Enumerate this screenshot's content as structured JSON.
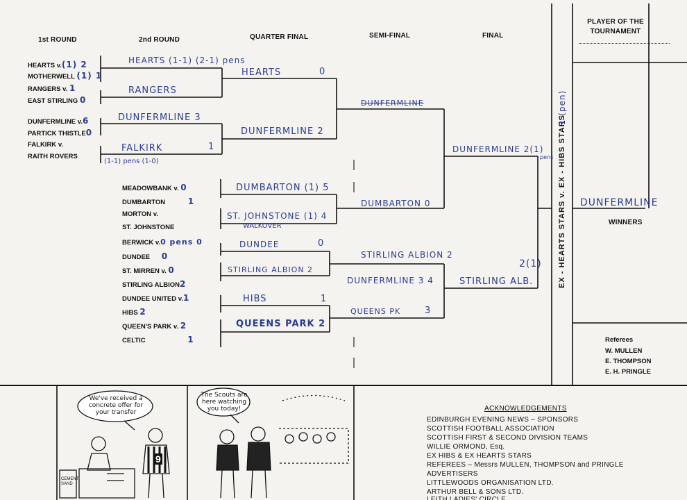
{
  "headers": {
    "round1": "1st ROUND",
    "round2": "2nd ROUND",
    "quarter": "QUARTER FINAL",
    "semi": "SEMI-FINAL",
    "final": "FINAL",
    "player_title": "PLAYER OF THE TOURNAMENT",
    "winners": "WINNERS"
  },
  "round1": [
    {
      "team": "HEARTS",
      "suffix": "v.",
      "score": "(1) 2"
    },
    {
      "team": "MOTHERWELL",
      "suffix": "",
      "score": "(1) 1"
    },
    {
      "team": "RANGERS",
      "suffix": "v.",
      "score": "1"
    },
    {
      "team": "EAST STIRLING",
      "suffix": "",
      "score": "0"
    },
    {
      "team": "DUNFERMLINE",
      "suffix": "v.",
      "score": "6"
    },
    {
      "team": "PARTICK THISTLE",
      "suffix": "",
      "score": "0"
    },
    {
      "team": "FALKIRK",
      "suffix": "v.",
      "score": ""
    },
    {
      "team": "RAITH ROVERS",
      "suffix": "",
      "score": ""
    }
  ],
  "round2_teams": [
    {
      "team": "MEADOWBANK",
      "suffix": "v.",
      "score": "0"
    },
    {
      "team": "DUMBARTON",
      "suffix": "",
      "score": "1"
    },
    {
      "team": "MORTON",
      "suffix": "v.",
      "score": ""
    },
    {
      "team": "ST. JOHNSTONE",
      "suffix": "",
      "score": ""
    },
    {
      "team": "BERWICK",
      "suffix": "v.",
      "score": "0 pens 0"
    },
    {
      "team": "DUNDEE",
      "suffix": "",
      "score": "0"
    },
    {
      "team": "ST. MIRREN",
      "suffix": "v.",
      "score": "0"
    },
    {
      "team": "STIRLING ALBION",
      "suffix": "",
      "score": "2"
    },
    {
      "team": "DUNDEE UNITED",
      "suffix": "v.",
      "score": "1"
    },
    {
      "team": "HIBS",
      "suffix": "",
      "score": "2"
    },
    {
      "team": "QUEEN'S PARK",
      "suffix": "v.",
      "score": "2"
    },
    {
      "team": "CELTIC",
      "suffix": "",
      "score": "1"
    }
  ],
  "round2_winners": {
    "w1": "HEARTS (1-1) (2-1) pens",
    "w2": "RANGERS",
    "w3": "DUNFERMLINE 3",
    "w4": "FALKIRK",
    "w4_score": "1",
    "w4_note": "(1-1) pens (1-0)"
  },
  "quarter": {
    "q1": "HEARTS",
    "q1_score": "0",
    "q2": "DUNFERMLINE 2",
    "q3": "DUMBARTON (1) 5",
    "q4": "ST. JOHNSTONE (1) 4",
    "q4_note": "WALKOVER",
    "q5": "DUNDEE",
    "q5_score": "0",
    "q6": "STIRLING ALBION 2",
    "q7": "HIBS",
    "q7_score": "1",
    "q8": "QUEENS PARK 2"
  },
  "semi": {
    "s1": "DUNFERMLINE",
    "s2": "DUMBARTON 0",
    "s3": "STIRLING ALBION 2",
    "s4": "DUNFERMLINE 3 4",
    "s5": "QUEENS PK",
    "s5_score": "3"
  },
  "final": {
    "f1": "DUNFERMLINE 2(1)",
    "f1_note": "pens",
    "f2": "STIRLING ALB.",
    "f2_score": "2(1)"
  },
  "exhibition": {
    "text": "EX - HEARTS STARS v. EX - HIBS STARS",
    "score": "1 (pen)"
  },
  "winner": "DUNFERMLINE",
  "referees": {
    "title": "Referees",
    "names": [
      "W. MULLEN",
      "E. THOMPSON",
      "E. H. PRINGLE"
    ]
  },
  "cartoons": {
    "left_bubble": "We've received a concrete offer for your transfer",
    "right_bubble": "The Scouts are here watching you today!",
    "shirt_number": "9",
    "bag_label": "CEMENT SAND"
  },
  "acknowledgements": {
    "title": "ACKNOWLEDGEMENTS",
    "lines": [
      "EDINBURGH EVENING NEWS – SPONSORS",
      "SCOTTISH FOOTBALL ASSOCIATION",
      "SCOTTISH FIRST & SECOND DIVISION TEAMS",
      "WILLIE ORMOND, Esq.",
      "EX HIBS & EX HEARTS STARS",
      "REFEREES – Messrs MULLEN, THOMPSON and PRINGLE",
      "ADVERTISERS",
      "LITTLEWOODS ORGANISATION LTD.",
      "ARTHUR BELL & SONS LTD.",
      "LEITH LADIES' CIRCLE"
    ]
  }
}
